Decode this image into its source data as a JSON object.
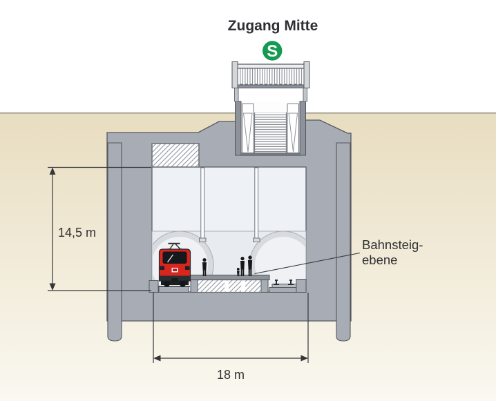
{
  "diagram": {
    "title": "Zugang Mitte",
    "logo": {
      "letter": "S"
    },
    "dimension_depth": {
      "label": "14,5 m"
    },
    "dimension_width": {
      "label": "18 m"
    },
    "platform_label": {
      "line1": "Bahnsteig-",
      "line2": "ebene"
    },
    "colors": {
      "sbahn_green": "#149a52",
      "train_red": "#d8261f",
      "structure_gray": "#a7acb5",
      "structure_dark_gray": "#8d929b",
      "soil_top": "#e8ddc0",
      "soil_bottom": "#faf8f0",
      "text": "#303134"
    }
  }
}
